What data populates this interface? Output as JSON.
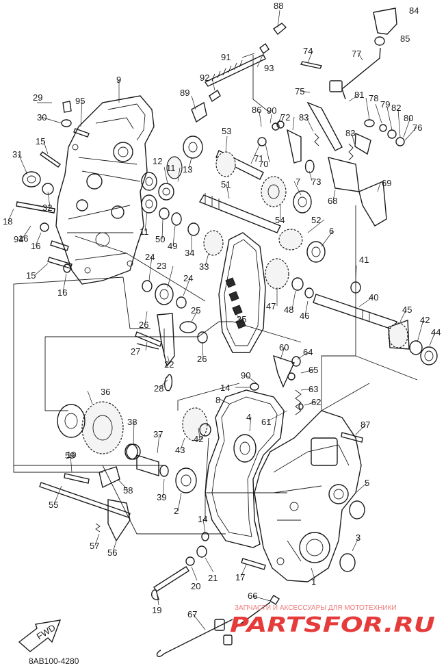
{
  "diagram_code": "8AB100-4280",
  "fwd_label": "FWD",
  "watermark": {
    "top_line": "ЗАПЧАСТИ И АКСЕССУАРЫ ДЛЯ МОТОТЕХНИКИ",
    "logo_text": "PARTSFOR.RU"
  },
  "callouts": [
    "1",
    "2",
    "3",
    "4",
    "5",
    "6",
    "7",
    "8",
    "9",
    "10",
    "11",
    "11",
    "12",
    "13",
    "14",
    "14",
    "15",
    "15",
    "16",
    "16",
    "16",
    "17",
    "18",
    "19",
    "20",
    "21",
    "22",
    "23",
    "24",
    "24",
    "25",
    "26",
    "26",
    "27",
    "28",
    "29",
    "30",
    "31",
    "32",
    "33",
    "34",
    "35",
    "36",
    "37",
    "38",
    "39",
    "40",
    "41",
    "42",
    "42",
    "43",
    "44",
    "45",
    "46",
    "47",
    "48",
    "49",
    "50",
    "51",
    "52",
    "53",
    "54",
    "55",
    "56",
    "57",
    "58",
    "59",
    "60",
    "61",
    "62",
    "63",
    "64",
    "65",
    "66",
    "67",
    "68",
    "69",
    "70",
    "71",
    "72",
    "73",
    "74",
    "75",
    "76",
    "77",
    "78",
    "79",
    "80",
    "81",
    "82",
    "83",
    "83",
    "84",
    "85",
    "86",
    "87",
    "88",
    "89",
    "90",
    "90",
    "91",
    "92",
    "93",
    "94",
    "95"
  ]
}
